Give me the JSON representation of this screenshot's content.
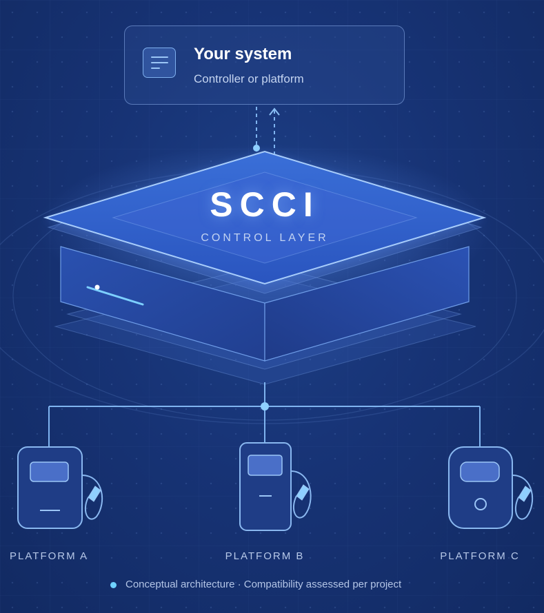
{
  "system": {
    "title": "Your system",
    "subtitle": "Controller or platform",
    "icon": "document-lines-icon"
  },
  "core": {
    "title": "SCCI",
    "subtitle": "CONTROL LAYER"
  },
  "platforms": [
    {
      "label": "PLATFORM A",
      "icon": "charger-icon"
    },
    {
      "label": "PLATFORM B",
      "icon": "charger-icon"
    },
    {
      "label": "PLATFORM C",
      "icon": "charger-icon"
    }
  ],
  "footer": {
    "text": "Conceptual architecture · Compatibility assessed per project"
  },
  "colors": {
    "background": "#173375",
    "accent": "#6fd2ff",
    "line": "#7fb4f0",
    "panel": "#2a56b8"
  }
}
